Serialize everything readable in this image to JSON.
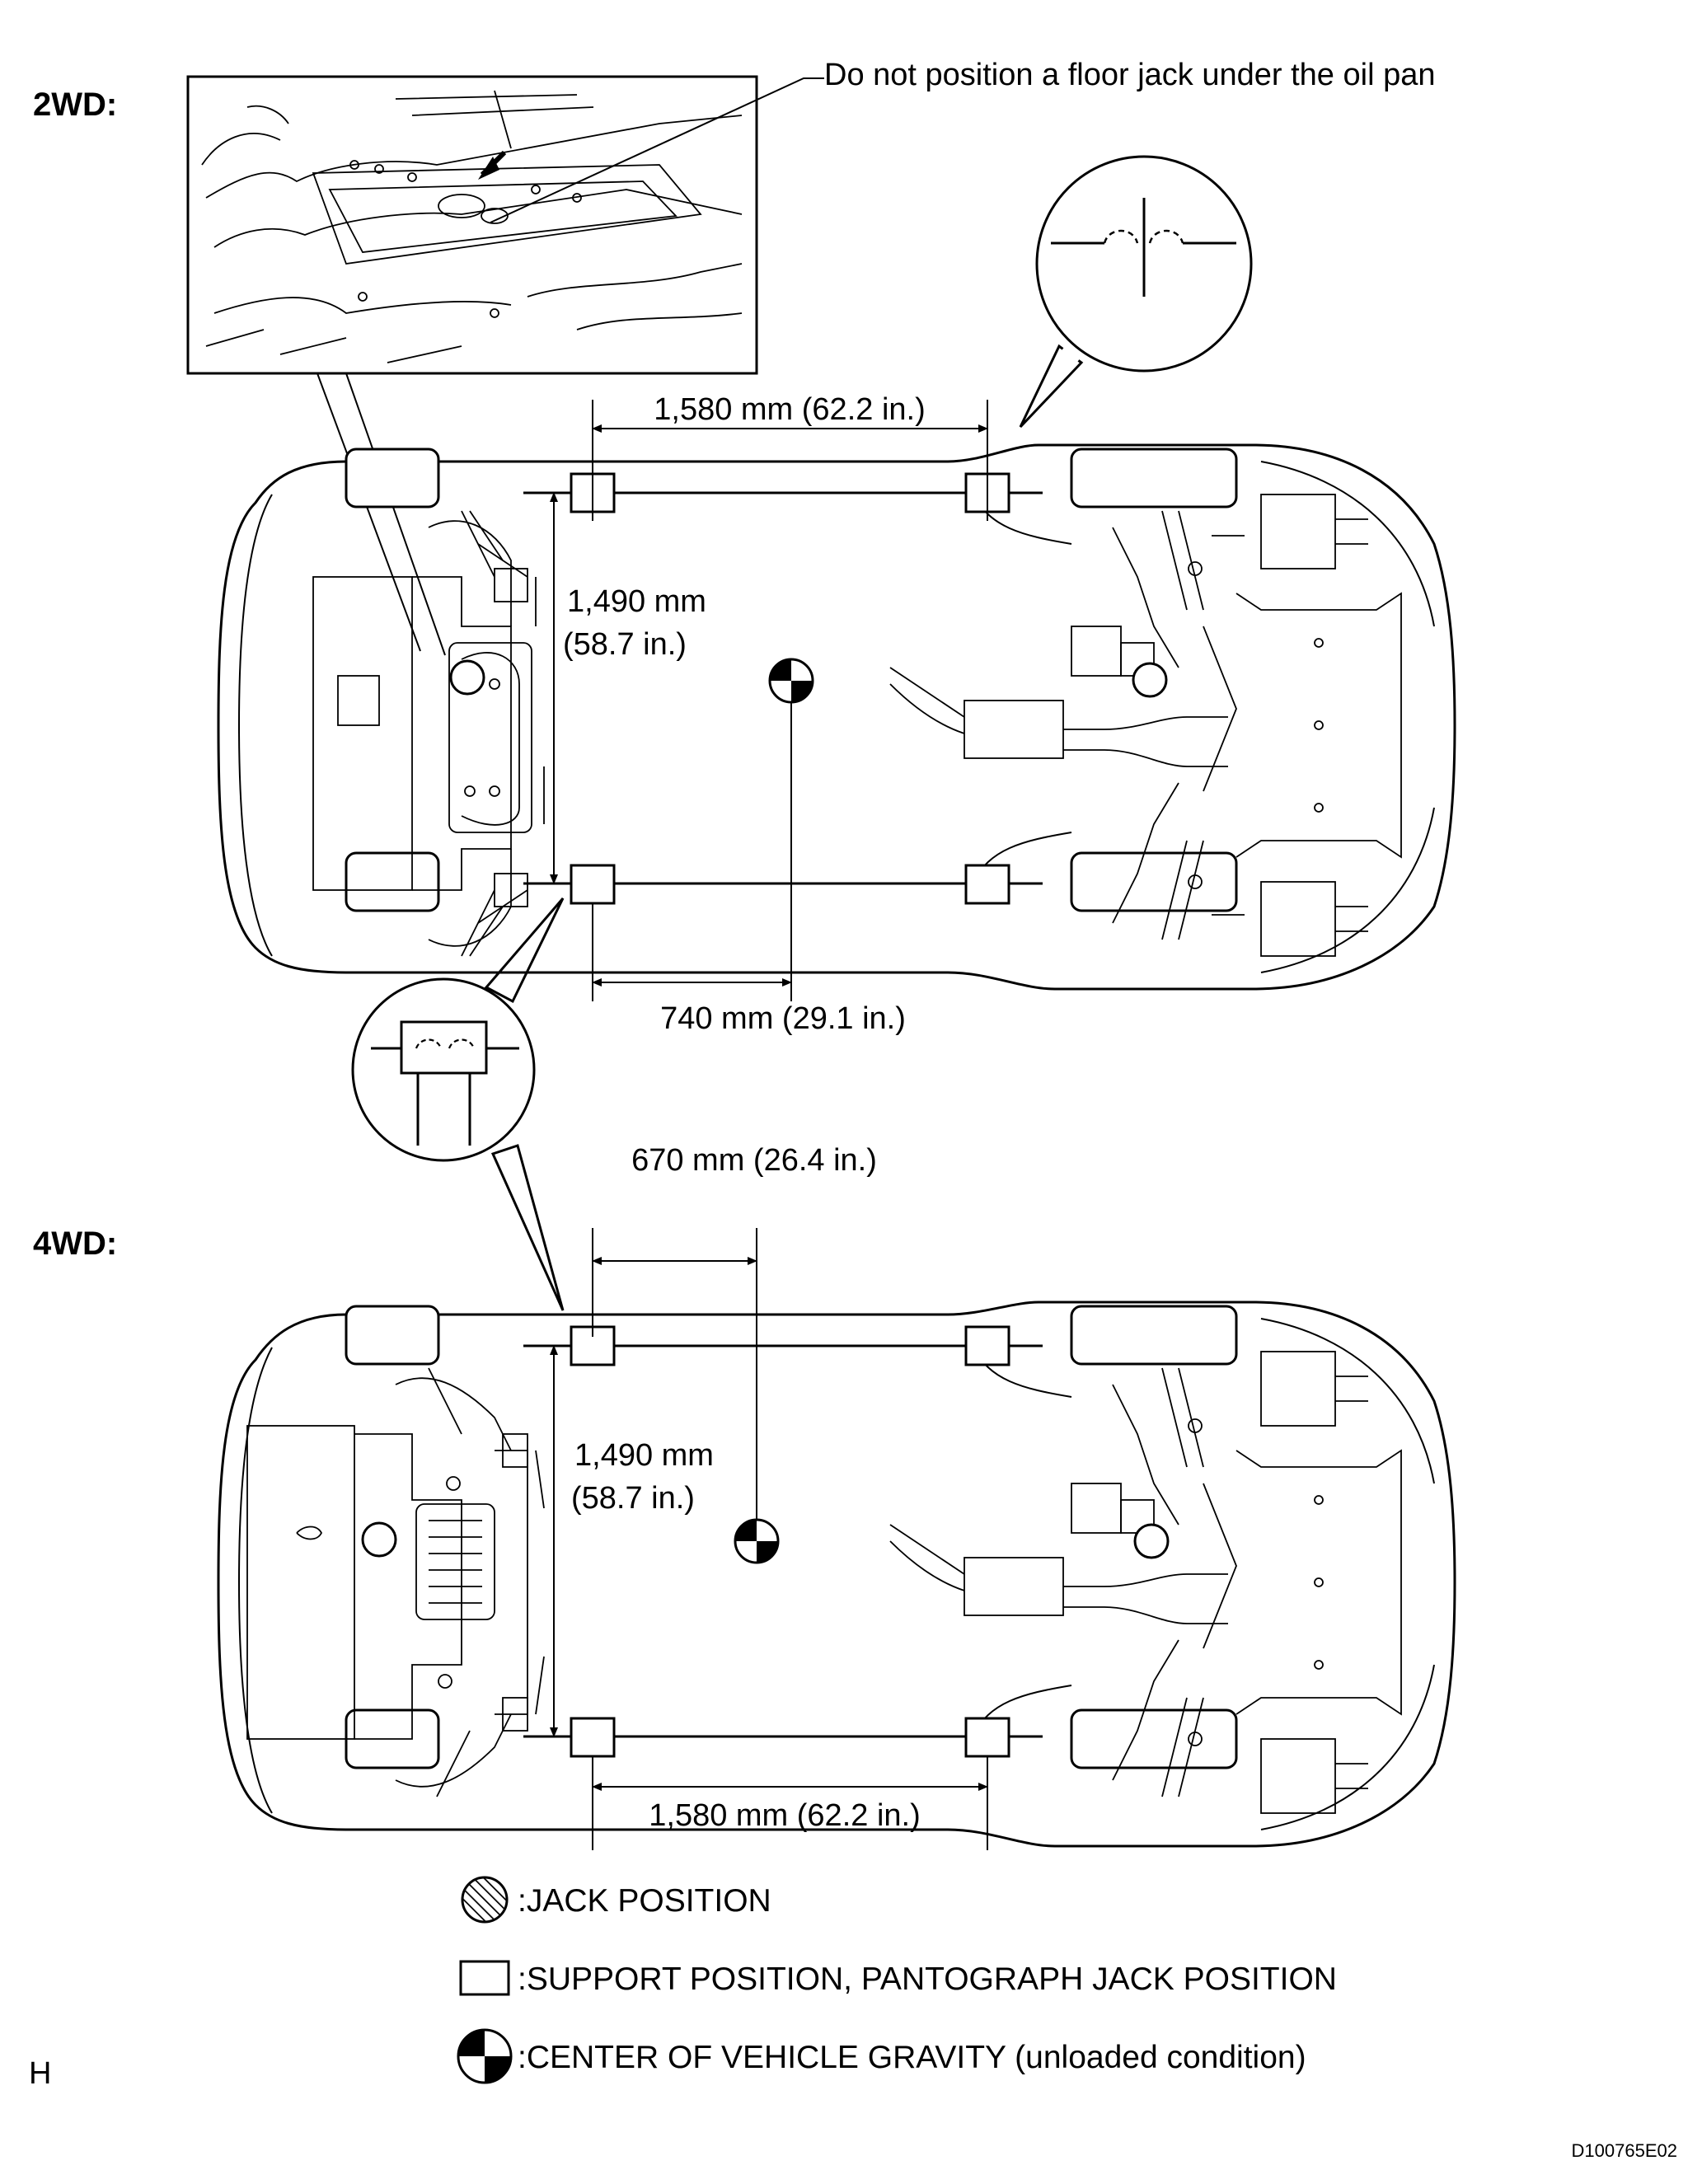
{
  "sections": {
    "top": "2WD:",
    "bottom": "4WD:"
  },
  "callout": "Do not position a floor jack under the oil pan",
  "dims_2wd": {
    "wheelbase": "1,580 mm (62.2 in.)",
    "track_line1": "1,490 mm",
    "track_line2": "(58.7 in.)",
    "cg_offset": "740 mm (29.1 in.)"
  },
  "dims_4wd": {
    "cg_offset": "670 mm (26.4 in.)",
    "track_line1": "1,490 mm",
    "track_line2": "(58.7 in.)",
    "wheelbase": "1,580 mm (62.2 in.)"
  },
  "legend": {
    "jack": ":JACK POSITION",
    "support": ":SUPPORT POSITION, PANTOGRAPH JACK POSITION",
    "gravity": ":CENTER OF VEHICLE GRAVITY (unloaded condition)"
  },
  "footer": {
    "corner_letter": "H",
    "figure_code": "D100765E02"
  },
  "icons": [
    "jack-position-icon",
    "support-position-icon",
    "center-of-gravity-icon"
  ]
}
